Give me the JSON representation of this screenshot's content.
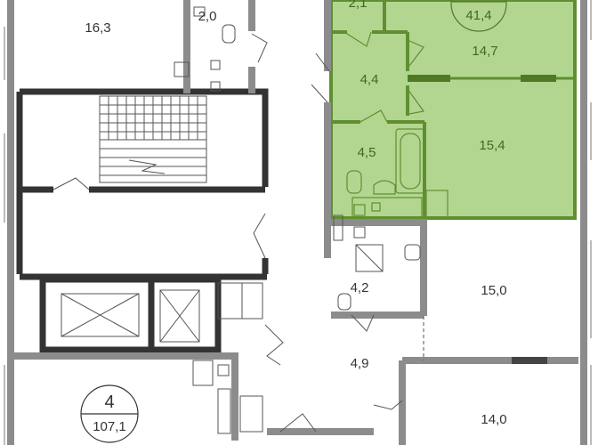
{
  "plan": {
    "highlight_color": "#b2d68f",
    "highlight_wall_color": "#5f8f30",
    "highlighted_apartment": {
      "total_area": "41,4",
      "rooms": [
        "2,1",
        "14,7",
        "4,4",
        "4,5",
        "15,4"
      ]
    },
    "apartment_4": {
      "number": "4",
      "total_area": "107,1"
    },
    "rooms": {
      "top_left": "16,3",
      "wc_top": "2,0",
      "bath_right": "4,2",
      "room_right_1": "15,0",
      "hall_right": "4,9",
      "room_right_2": "14,0"
    }
  }
}
